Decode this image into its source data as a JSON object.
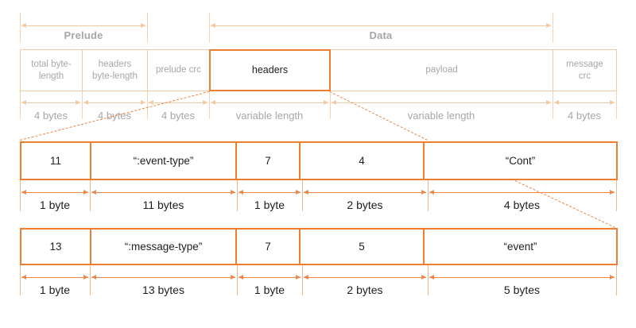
{
  "diagram": {
    "sections": {
      "prelude_label": "Prelude",
      "data_label": "Data"
    },
    "message_fields": [
      {
        "label": "total byte-length",
        "size": "4 bytes"
      },
      {
        "label": "headers byte-length",
        "size": "4 bytes"
      },
      {
        "label": "prelude crc",
        "size": "4 bytes"
      },
      {
        "label": "headers",
        "size": "variable length"
      },
      {
        "label": "payload",
        "size": "variable length"
      },
      {
        "label": "message crc",
        "size": "4 bytes"
      }
    ],
    "header_rows": [
      {
        "cells": [
          {
            "value": "11",
            "size": "1 byte"
          },
          {
            "value": "“:event-type”",
            "size": "11 bytes"
          },
          {
            "value": "7",
            "size": "1 byte"
          },
          {
            "value": "4",
            "size": "2 bytes"
          },
          {
            "value": "“Cont”",
            "size": "4 bytes"
          }
        ]
      },
      {
        "cells": [
          {
            "value": "13",
            "size": "1 byte"
          },
          {
            "value": "“:message-type”",
            "size": "13 bytes"
          },
          {
            "value": "7",
            "size": "1 byte"
          },
          {
            "value": "5",
            "size": "2 bytes"
          },
          {
            "value": "“event”",
            "size": "5 bytes"
          }
        ]
      }
    ],
    "colors": {
      "accent": "#ED7D31",
      "pale_border": "#F6C9A3",
      "gray_text": "#A6A6A6"
    }
  }
}
